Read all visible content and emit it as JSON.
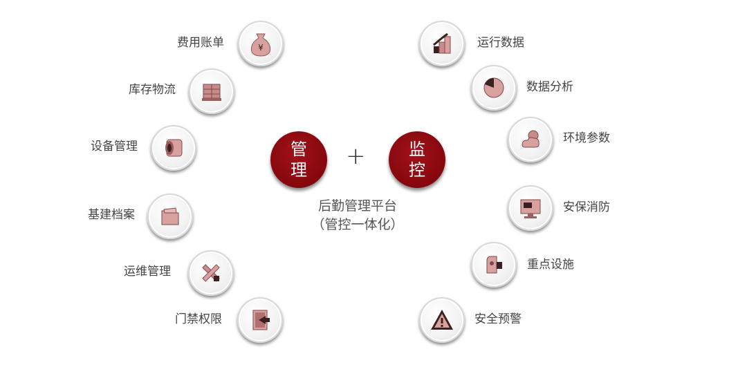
{
  "center": {
    "badge_left": [
      "管",
      "理"
    ],
    "plus": "+",
    "badge_right": [
      "监",
      "控"
    ],
    "title": "后勤管理平台",
    "subtitle": "（管控一体化）"
  },
  "left_items": [
    {
      "label": "费用账单",
      "icon": "money-bag-icon"
    },
    {
      "label": "库存物流",
      "icon": "pallet-boxes-icon"
    },
    {
      "label": "设备管理",
      "icon": "machine-part-icon"
    },
    {
      "label": "基建档案",
      "icon": "folder-icon"
    },
    {
      "label": "运维管理",
      "icon": "tools-icon"
    },
    {
      "label": "门禁权限",
      "icon": "door-enter-icon"
    }
  ],
  "right_items": [
    {
      "label": "运行数据",
      "icon": "bar-growth-icon"
    },
    {
      "label": "数据分析",
      "icon": "pie-chart-icon"
    },
    {
      "label": "环境参数",
      "icon": "weather-sun-cloud-icon"
    },
    {
      "label": "安保消防",
      "icon": "monitor-camera-icon"
    },
    {
      "label": "重点设施",
      "icon": "facility-icon"
    },
    {
      "label": "安全预警",
      "icon": "warning-icon"
    }
  ],
  "colors": {
    "accent": "#85070d",
    "icon_fill": "#d9a0a0",
    "icon_dark": "#3a2020"
  }
}
